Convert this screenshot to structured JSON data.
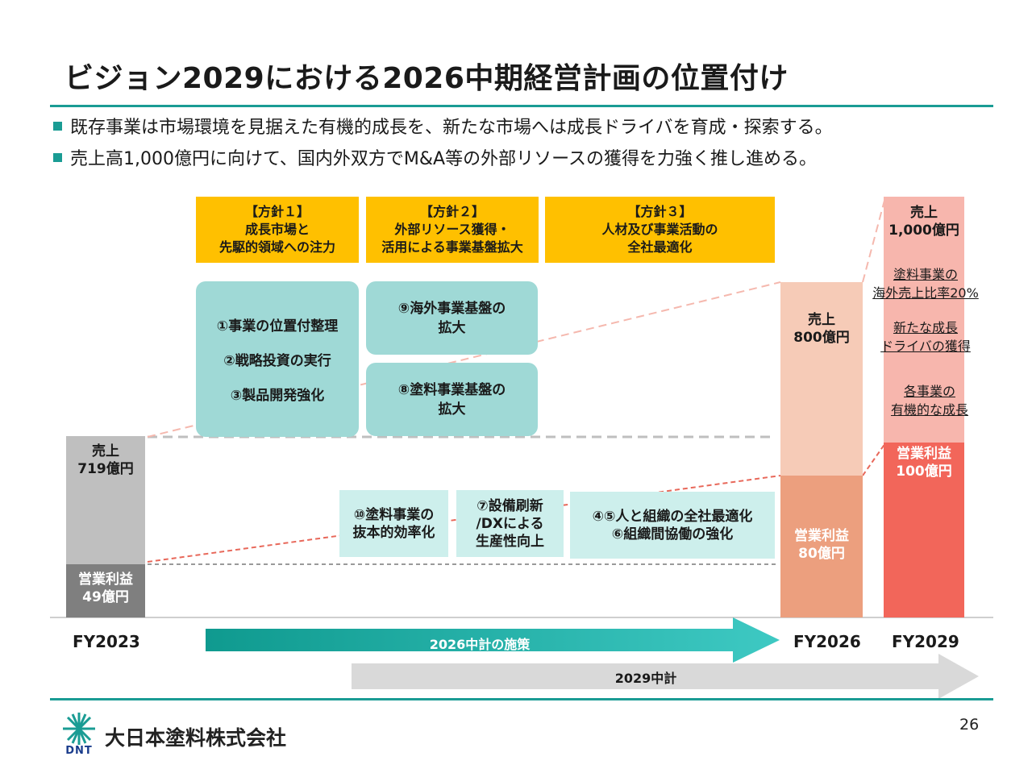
{
  "title": "ビジョン2029における2026中期経営計画の位置付け",
  "bullets": [
    "既存事業は市場環境を見据えた有機的成長を、新たな市場へは成長ドライバを育成・探索する。",
    "売上高1,000億円に向けて、国内外双方でM&A等の外部リソースの獲得を力強く推し進める。"
  ],
  "policies": [
    {
      "lines": [
        "【方針１】",
        "成長市場と",
        "先駆的領域への注力"
      ]
    },
    {
      "lines": [
        "【方針２】",
        "外部リソース獲得・",
        "活用による事業基盤拡大"
      ]
    },
    {
      "lines": [
        "【方針３】",
        "人材及び事業活動の",
        "全社最適化"
      ]
    }
  ],
  "measures": {
    "group1": [
      "①事業の位置付整理",
      "②戦略投資の実行",
      "③製品開発強化"
    ],
    "overseas": [
      "⑨海外事業基盤の",
      "拡大"
    ],
    "paint": [
      "⑧塗料事業基盤の",
      "拡大"
    ],
    "efficiency": [
      "⑩塗料事業の",
      "抜本的効率化"
    ],
    "dx": [
      "⑦設備刷新",
      "/DXによる",
      "生産性向上"
    ],
    "org": [
      "④⑤人と組織の全社最適化",
      "⑥組織間協働の強化"
    ]
  },
  "bars": {
    "fy2023": {
      "sales": [
        "売上",
        "719億円"
      ],
      "profit": [
        "営業利益",
        "49億円"
      ],
      "label": "FY2023"
    },
    "fy2026": {
      "sales": [
        "売上",
        "800億円"
      ],
      "profit": [
        "営業利益",
        "80億円"
      ],
      "label": "FY2026"
    },
    "fy2029": {
      "sales": [
        "売上",
        "1,000億円"
      ],
      "profit": [
        "営業利益",
        "100億円"
      ],
      "label": "FY2029"
    }
  },
  "drivers": [
    [
      "塗料事業の",
      "海外売上比率20%"
    ],
    [
      "新たな成長",
      "ドライバの獲得"
    ],
    [
      "各事業の",
      "有機的な成長"
    ]
  ],
  "arrows": {
    "midterm": "2026中計の施策",
    "vision": "2029中計"
  },
  "footer": {
    "logo_letters": "DNT",
    "company": "大日本塗料株式会社",
    "page": "26"
  },
  "colors": {
    "accent": "#1a9c94",
    "policy": "#ffc000",
    "teal_box": "#9fd9d6",
    "light_box": "#cdefec",
    "gray_sales": "#bfbfbf",
    "gray_profit": "#7f7f7f",
    "fy2026_sales": "#f6cbb7",
    "fy2026_profit": "#ec9f7e",
    "fy2029_sales": "#f7b6ad",
    "fy2029_profit": "#f2665a"
  }
}
